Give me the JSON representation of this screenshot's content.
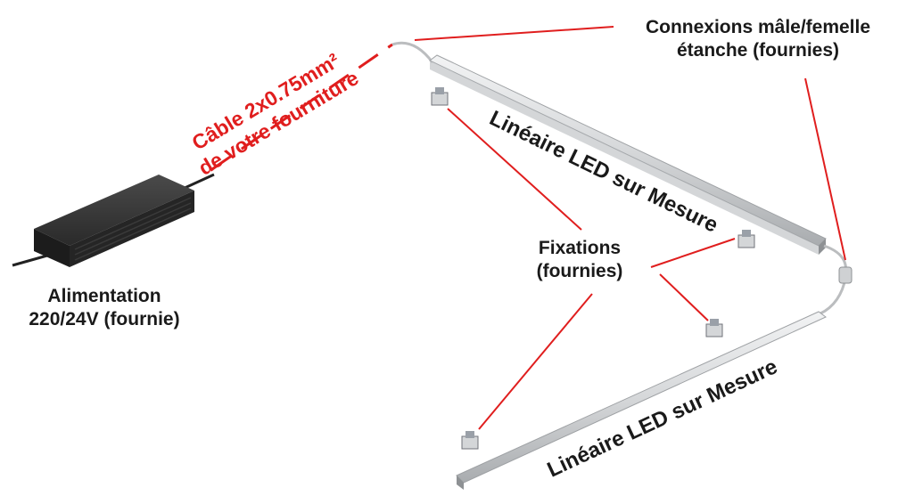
{
  "labels": {
    "connexions": [
      "Connexions mâle/femelle",
      "étanche (fournies)"
    ],
    "lineaire_top": "Linéaire LED sur Mesure",
    "lineaire_bottom": "Linéaire LED sur Mesure",
    "cable": [
      "Câble 2x0.75mm²",
      "de votre fourniture"
    ],
    "fixations": [
      "Fixations",
      "(fournies)"
    ],
    "alimentation": [
      "Alimentation",
      "220/24V (fournie)"
    ]
  },
  "colors": {
    "accent": "#e01e1e",
    "text": "#1a1a1a",
    "psu": "#2b2b2b",
    "profile": "#d9dbdd"
  }
}
